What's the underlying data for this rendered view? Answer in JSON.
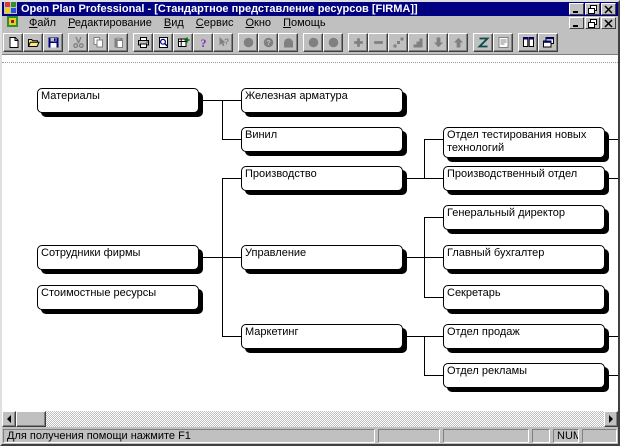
{
  "window": {
    "title": "Open Plan Professional - [Стандартное представление ресурсов [FIRMA]]",
    "controls": [
      "minimize",
      "restore",
      "close"
    ],
    "mdi_controls": [
      "minimize",
      "restore",
      "close"
    ]
  },
  "menu": {
    "items": [
      "Файл",
      "Редактирование",
      "Вид",
      "Сервис",
      "Окно",
      "Помощь"
    ]
  },
  "toolbar": {
    "groups": [
      [
        {
          "icon": "new-file",
          "enabled": true
        },
        {
          "icon": "open-file",
          "enabled": true
        },
        {
          "icon": "save",
          "enabled": true
        }
      ],
      [
        {
          "icon": "cut",
          "enabled": false
        },
        {
          "icon": "copy",
          "enabled": false
        },
        {
          "icon": "paste",
          "enabled": false
        }
      ],
      [
        {
          "icon": "print",
          "enabled": true
        },
        {
          "icon": "print-preview",
          "enabled": true
        },
        {
          "icon": "view-plus",
          "enabled": true
        },
        {
          "icon": "help",
          "enabled": true
        },
        {
          "icon": "context-help",
          "enabled": false
        }
      ],
      [
        {
          "icon": "circle-node",
          "enabled": false
        },
        {
          "icon": "circle-query",
          "enabled": false
        },
        {
          "icon": "arch-node",
          "enabled": false
        }
      ],
      [
        {
          "icon": "circle-left",
          "enabled": false
        },
        {
          "icon": "circle-right",
          "enabled": false
        }
      ],
      [
        {
          "icon": "plus",
          "enabled": false
        },
        {
          "icon": "minus",
          "enabled": false
        },
        {
          "icon": "link-dots",
          "enabled": false
        },
        {
          "icon": "steps",
          "enabled": false
        },
        {
          "icon": "arrow-down",
          "enabled": false
        },
        {
          "icon": "arrow-up",
          "enabled": false
        }
      ],
      [
        {
          "icon": "zigzag",
          "enabled": true
        },
        {
          "icon": "notes",
          "enabled": false
        }
      ],
      [
        {
          "icon": "tile-windows",
          "enabled": true
        },
        {
          "icon": "cascade-windows",
          "enabled": true
        }
      ]
    ]
  },
  "tree": {
    "nodes": [
      {
        "id": "materials",
        "label": "Материалы",
        "col": 0,
        "row": 0
      },
      {
        "id": "rebar",
        "label": "Железная арматура",
        "col": 1,
        "row": 0
      },
      {
        "id": "vinyl",
        "label": "Винил",
        "col": 1,
        "row": 1
      },
      {
        "id": "testing",
        "label": "Отдел тестирования новых технологий",
        "col": 2,
        "row": 1,
        "lines": 2,
        "stub_right": true
      },
      {
        "id": "production",
        "label": "Производство",
        "col": 1,
        "row": 2
      },
      {
        "id": "prod_dept",
        "label": "Производственный отдел",
        "col": 2,
        "row": 2,
        "stub_right": true
      },
      {
        "id": "director",
        "label": "Генеральный директор",
        "col": 2,
        "row": 3
      },
      {
        "id": "staff",
        "label": "Сотрудники фирмы",
        "col": 0,
        "row": 4
      },
      {
        "id": "management",
        "label": "Управление",
        "col": 1,
        "row": 4
      },
      {
        "id": "accountant",
        "label": "Главный бухгалтер",
        "col": 2,
        "row": 4
      },
      {
        "id": "cost",
        "label": "Стоимостные ресурсы",
        "col": 0,
        "row": 5
      },
      {
        "id": "secretary",
        "label": "Секретарь",
        "col": 2,
        "row": 5
      },
      {
        "id": "marketing",
        "label": "Маркетинг",
        "col": 1,
        "row": 6
      },
      {
        "id": "sales",
        "label": "Отдел продаж",
        "col": 2,
        "row": 6,
        "stub_right": true
      },
      {
        "id": "ads",
        "label": "Отдел рекламы",
        "col": 2,
        "row": 7,
        "stub_right": true
      }
    ],
    "edges": [
      {
        "parent": "materials",
        "children": [
          "rebar",
          "vinyl"
        ]
      },
      {
        "parent": "staff",
        "children": [
          "production",
          "management",
          "marketing"
        ]
      },
      {
        "parent": "production",
        "children": [
          "testing",
          "prod_dept"
        ]
      },
      {
        "parent": "management",
        "children": [
          "director",
          "accountant",
          "secretary"
        ]
      },
      {
        "parent": "marketing",
        "children": [
          "sales",
          "ads"
        ]
      }
    ]
  },
  "statusbar": {
    "message": "Для получения помощи нажмите F1",
    "panels": [
      "",
      "",
      "",
      "NUM",
      ""
    ],
    "num_indicator": "NUM"
  },
  "colors": {
    "titlebar": "#000080",
    "chrome": "#c0c0c0",
    "canvas": "#ffffff",
    "box_border": "#000000"
  }
}
